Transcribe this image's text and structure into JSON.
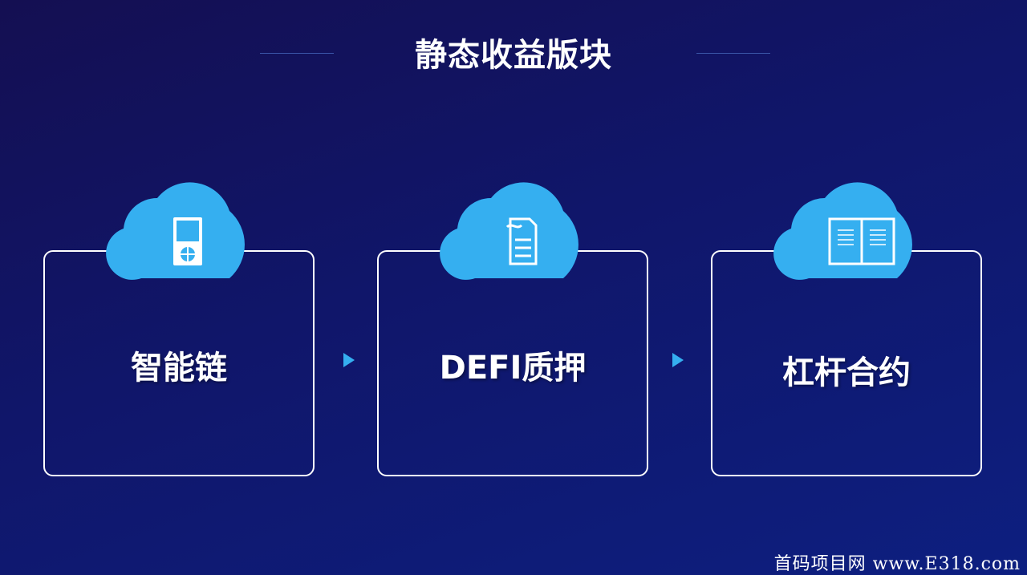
{
  "slide": {
    "title": "静态收益版块",
    "accent_color": "#35aff0",
    "cards": [
      {
        "label": "智能链",
        "icon": "device-icon"
      },
      {
        "label": "DEFI质押",
        "icon": "document-icon"
      },
      {
        "label": "杠杆合约",
        "icon": "book-icon"
      }
    ]
  },
  "watermark": {
    "text": "首码项目网  www.E318.com"
  }
}
